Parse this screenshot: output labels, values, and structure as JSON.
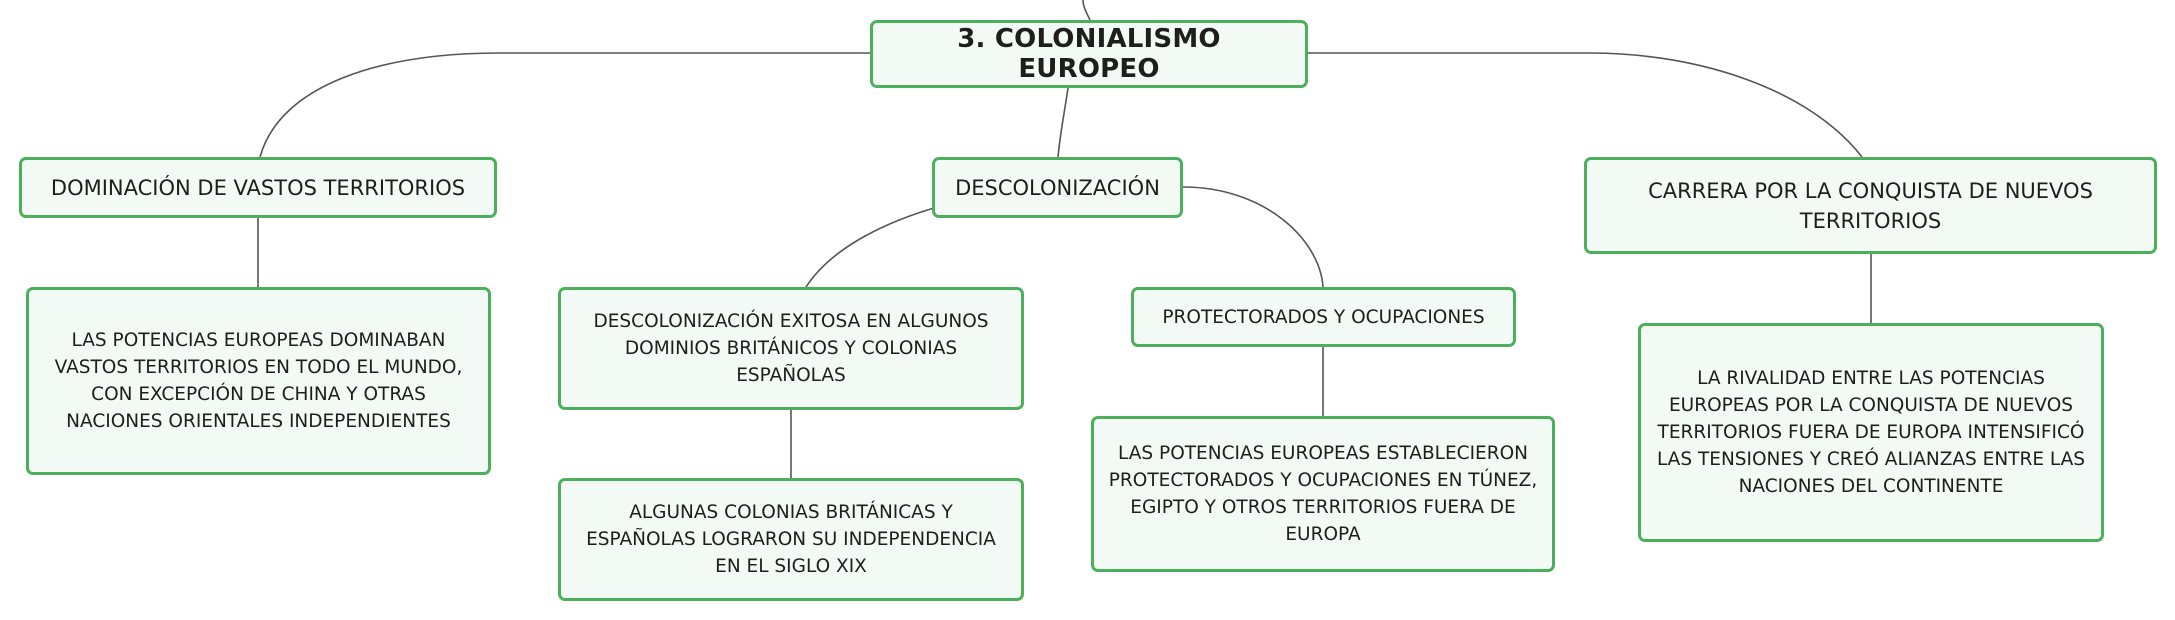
{
  "diagram": {
    "root": {
      "label": "3. COLONIALISMO EUROPEO"
    },
    "branches": [
      {
        "label": "DOMINACIÓN DE VASTOS TERRITORIOS",
        "children": [
          {
            "label": "LAS POTENCIAS EUROPEAS DOMINABAN VASTOS TERRITORIOS EN TODO EL MUNDO, CON EXCEPCIÓN DE CHINA Y OTRAS NACIONES ORIENTALES INDEPENDIENTES"
          }
        ]
      },
      {
        "label": "DESCOLONIZACIÓN",
        "children": [
          {
            "label": "DESCOLONIZACIÓN EXITOSA EN ALGUNOS DOMINIOS BRITÁNICOS Y COLONIAS ESPAÑOLAS",
            "children": [
              {
                "label": "ALGUNAS COLONIAS BRITÁNICAS Y ESPAÑOLAS LOGRARON SU INDEPENDENCIA EN EL SIGLO XIX"
              }
            ]
          },
          {
            "label": "PROTECTORADOS Y OCUPACIONES",
            "children": [
              {
                "label": "LAS POTENCIAS EUROPEAS ESTABLECIERON PROTECTORADOS Y OCUPACIONES EN TÚNEZ, EGIPTO Y OTROS TERRITORIOS FUERA DE EUROPA"
              }
            ]
          }
        ]
      },
      {
        "label": "CARRERA POR LA CONQUISTA DE NUEVOS TERRITORIOS",
        "children": [
          {
            "label": "LA RIVALIDAD ENTRE LAS POTENCIAS EUROPEAS POR LA CONQUISTA DE NUEVOS TERRITORIOS FUERA DE EUROPA INTENSIFICÓ LAS TENSIONES Y CREÓ ALIANZAS ENTRE LAS NACIONES DEL CONTINENTE"
          }
        ]
      }
    ],
    "colors": {
      "border": "#4caf5c",
      "fill": "#f3faf5",
      "connector": "#555555",
      "text": "#1e1e1e"
    }
  }
}
